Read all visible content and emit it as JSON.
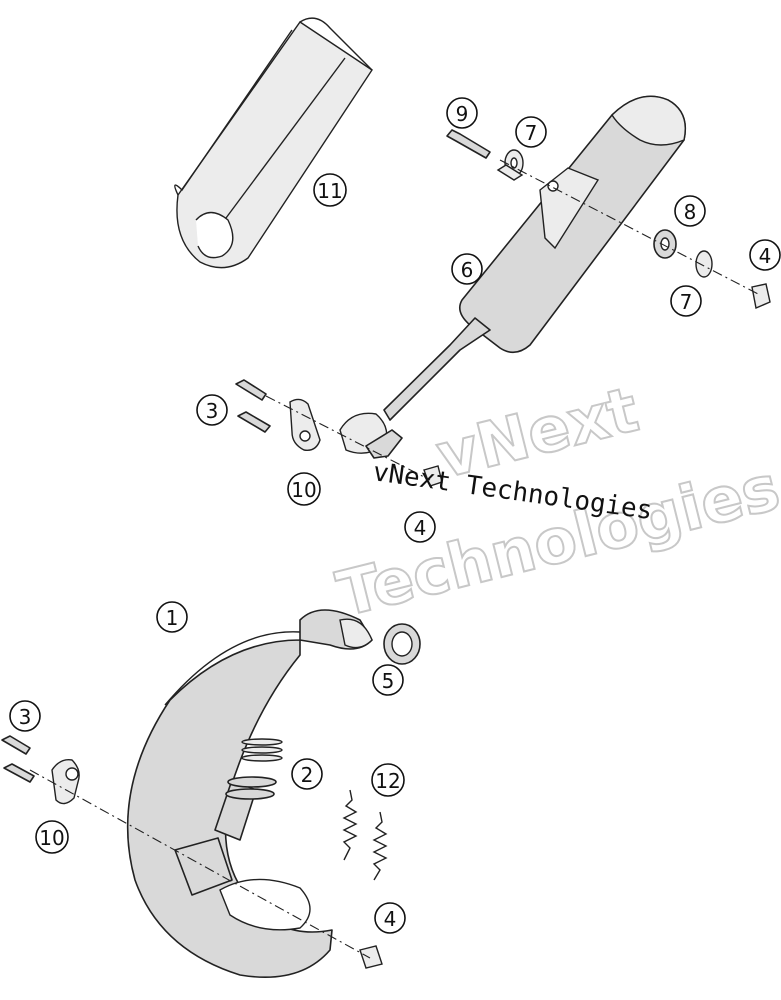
{
  "callouts": [
    {
      "id": "c9a",
      "label": "9"
    },
    {
      "id": "c7a",
      "label": "7"
    },
    {
      "id": "c11",
      "label": "11"
    },
    {
      "id": "c6",
      "label": "6"
    },
    {
      "id": "c8",
      "label": "8"
    },
    {
      "id": "c4a",
      "label": "4"
    },
    {
      "id": "c7b",
      "label": "7"
    },
    {
      "id": "c3a",
      "label": "3"
    },
    {
      "id": "c10a",
      "label": "10"
    },
    {
      "id": "c4b",
      "label": "4"
    },
    {
      "id": "c1",
      "label": "1"
    },
    {
      "id": "c5",
      "label": "5"
    },
    {
      "id": "c3b",
      "label": "3"
    },
    {
      "id": "c2",
      "label": "2"
    },
    {
      "id": "c12",
      "label": "12"
    },
    {
      "id": "c10b",
      "label": "10"
    },
    {
      "id": "c4c",
      "label": "4"
    }
  ],
  "watermark": {
    "line1": "vNext",
    "line2": "Technologies",
    "main": "vNext Technologies"
  }
}
